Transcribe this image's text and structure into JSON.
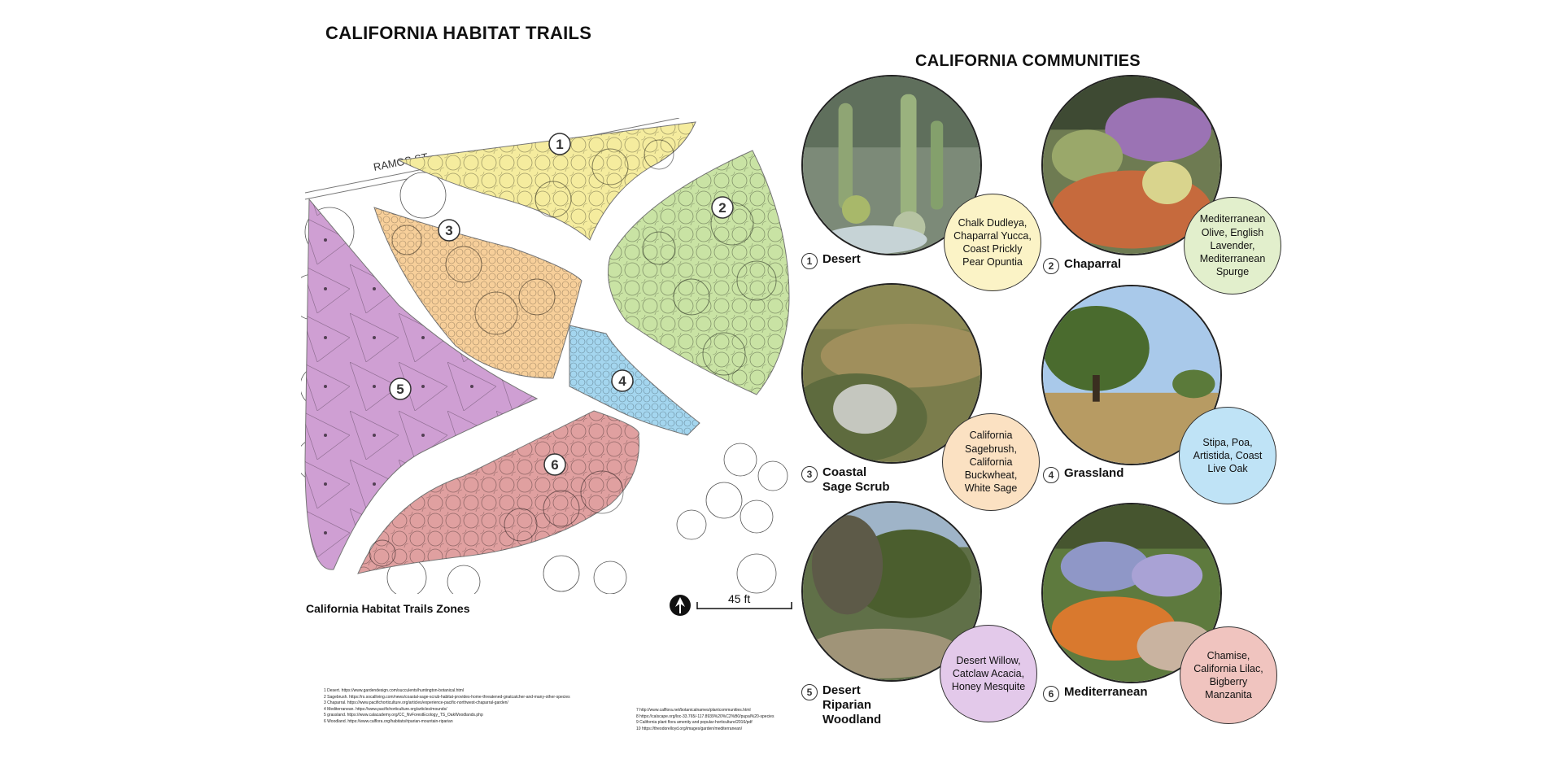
{
  "title": "CALIFORNIA HABITAT TRAILS",
  "communities_title": "CALIFORNIA COMMUNITIES",
  "map": {
    "street_label": "RAMOS ST",
    "caption": "California Habitat Trails Zones",
    "scale_label": "45 ft",
    "zones": [
      {
        "num": "1",
        "color": "#f5ec9e"
      },
      {
        "num": "2",
        "color": "#c9e3a4"
      },
      {
        "num": "3",
        "color": "#f7cf9a"
      },
      {
        "num": "4",
        "color": "#a4d6ef"
      },
      {
        "num": "5",
        "color": "#cf9fd3"
      },
      {
        "num": "6",
        "color": "#e0a0a0"
      }
    ]
  },
  "communities": [
    {
      "num": "1",
      "name": "Desert",
      "plants": "Chalk Dudleya, Chaparral Yucca, Coast Prickly Pear Opuntia",
      "bubble_color": "#fbf3c6"
    },
    {
      "num": "2",
      "name": "Chaparral",
      "plants": "Mediterranean Olive, English Lavender, Mediterranean Spurge",
      "bubble_color": "#e2efcc"
    },
    {
      "num": "3",
      "name": "Coastal Sage Scrub",
      "plants": "California Sagebrush, California Buckwheat, White Sage",
      "bubble_color": "#fbe1c2"
    },
    {
      "num": "4",
      "name": "Grassland",
      "plants": "Stipa, Poa, Artistida, Coast Live Oak",
      "bubble_color": "#bfe3f6"
    },
    {
      "num": "5",
      "name": "Desert Riparian Woodland",
      "plants": "Desert Willow, Catclaw Acacia, Honey Mesquite",
      "bubble_color": "#e3c9ea"
    },
    {
      "num": "6",
      "name": "Mediterranean",
      "plants": "Chamise, California Lilac, Bigberry Manzanita",
      "bubble_color": "#f0c4bf"
    }
  ],
  "references_left": [
    "1 Desert. https://www.gardendesign.com/succulents/huntington-botanical.html",
    "2 Sagebrush. https://rs.socalliving.com/news/coastal-sage-scrub-habitat-provides-home-threatened-gnatcatcher-and-many-other-species",
    "3 Chaparral. https://www.pacifichorticulture.org/articles/experience-pacific-northwest-chaparral-garden/",
    "4 Mediterranean. https://www.pacifichorticulture.org/articles/mounds/",
    "5 grassland. https://www.calacademy.org/CC_NvForestEcology_TS_OakWoodlands.php",
    "6 Woodland. https://www.calflora.org/habitats/riparian-mountain-riparian"
  ],
  "references_right": [
    "7 http://www.calflora.net/botanicalnames/plantcommunities.html",
    "8 https://calscape.org/loc-33.765/-117.8939%20%C2%B0/pupal%20-species",
    "9 California plant flora amenity and popular-horticulture/2016/pdf",
    "10 https://theodorelloyd.org/images/garden/mediterranean/"
  ]
}
